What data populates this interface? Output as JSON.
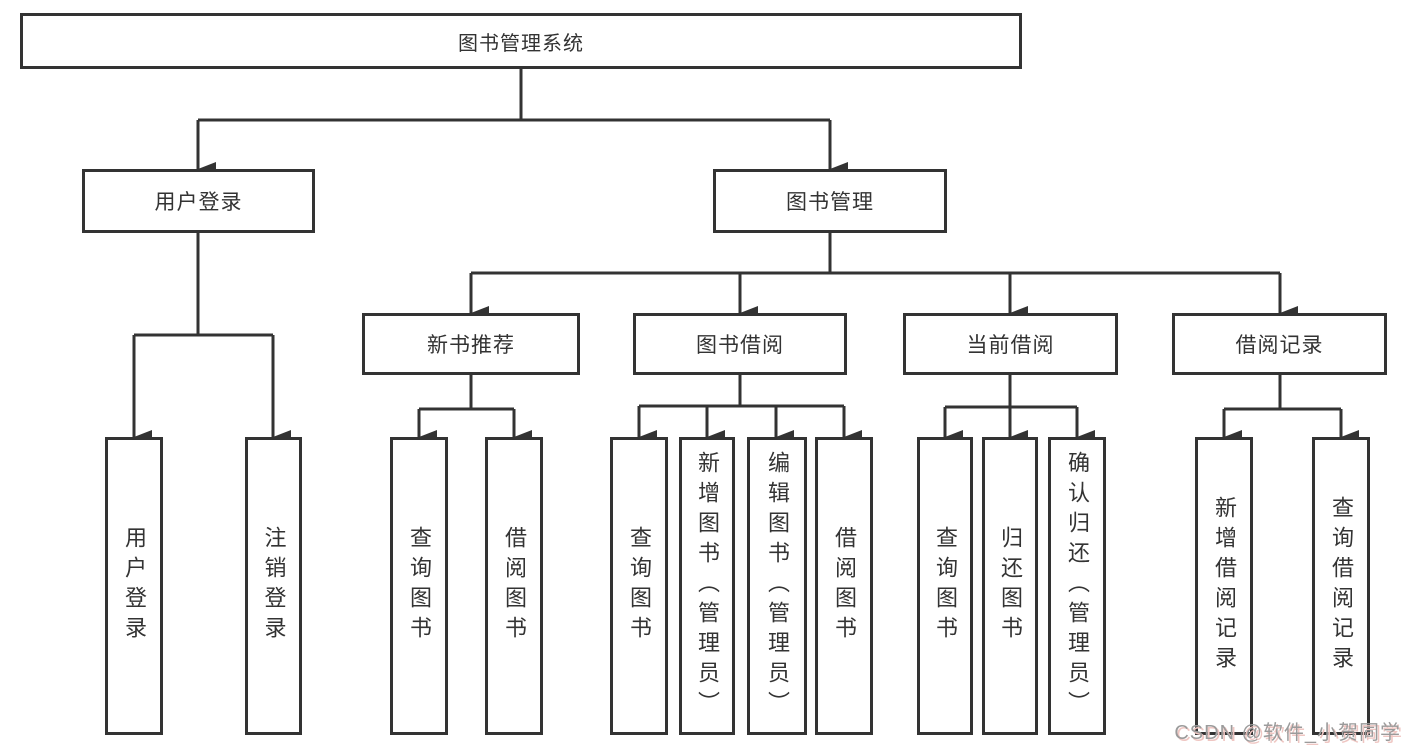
{
  "diagram": {
    "root": "图书管理系统",
    "level2": {
      "user_login": "用户登录",
      "book_mgmt": "图书管理"
    },
    "level3": {
      "new_books": "新书推荐",
      "book_borrow": "图书借阅",
      "current_borrow": "当前借阅",
      "borrow_records": "借阅记录"
    },
    "leaves": {
      "user_login": [
        "用户登录",
        "注销登录"
      ],
      "new_books": [
        "查询图书",
        "借阅图书"
      ],
      "book_borrow": [
        "查询图书",
        "新增图书（管理员）",
        "编辑图书（管理员）",
        "借阅图书"
      ],
      "current_borrow": [
        "查询图书",
        "归还图书",
        "确认归还（管理员）"
      ],
      "borrow_records": [
        "新增借阅记录",
        "查询借阅记录"
      ]
    }
  },
  "watermark": "CSDN @软件_小贺同学",
  "colors": {
    "line": "#333333",
    "text": "#333333",
    "background": "#ffffff",
    "watermark": "#9b9b9b",
    "watermark_shadow": "#efc6c2"
  }
}
